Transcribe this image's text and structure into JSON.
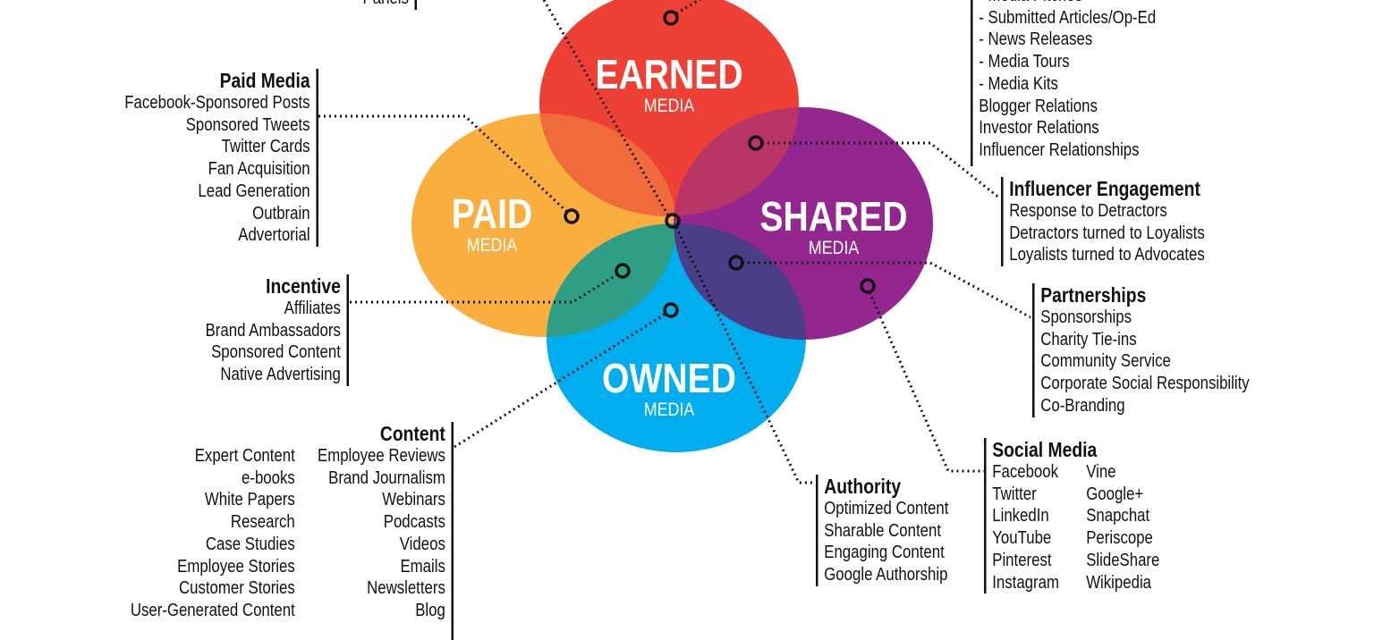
{
  "circles": {
    "earned": {
      "title": "EARNED",
      "sub": "MEDIA",
      "color": "#ee4035"
    },
    "paid": {
      "title": "PAID",
      "sub": "MEDIA",
      "color": "#f9ae3e"
    },
    "shared": {
      "title": "SHARED",
      "sub": "MEDIA",
      "color": "#93278f"
    },
    "owned": {
      "title": "OWNED",
      "sub": "MEDIA",
      "color": "#00aeef"
    }
  },
  "panels": {
    "items": [
      "Panels"
    ]
  },
  "earned_list": {
    "items": [
      "- Media Pitches",
      "- Submitted Articles/Op-Ed",
      "- News Releases",
      "- Media Tours",
      "- Media Kits",
      "Blogger Relations",
      "Investor Relations",
      "Influencer Relationships"
    ]
  },
  "paid_media": {
    "title": "Paid Media",
    "items": [
      "Facebook-Sponsored Posts",
      "Sponsored Tweets",
      "Twitter Cards",
      "Fan Acquisition",
      "Lead Generation",
      "Outbrain",
      "Advertorial"
    ]
  },
  "incentive": {
    "title": "Incentive",
    "items": [
      "Affiliates",
      "Brand Ambassadors",
      "Sponsored Content",
      "Native Advertising"
    ]
  },
  "content": {
    "title": "Content",
    "col1": [
      "Expert Content",
      "e-books",
      "White Papers",
      "Research",
      "Case Studies",
      "Employee Stories",
      "Customer Stories",
      "User-Generated Content"
    ],
    "col2": [
      "Employee Reviews",
      "Brand Journalism",
      "Webinars",
      "Podcasts",
      "Videos",
      "Emails",
      "Newsletters",
      "Blog"
    ]
  },
  "influencer": {
    "title": "Influencer Engagement",
    "items": [
      "Response to Detractors",
      "Detractors turned to Loyalists",
      "Loyalists turned to Advocates"
    ]
  },
  "partnerships": {
    "title": "Partnerships",
    "items": [
      "Sponsorships",
      "Charity Tie-ins",
      "Community Service",
      "Corporate Social Responsibility",
      "Co-Branding"
    ]
  },
  "social": {
    "title": "Social Media",
    "col1": [
      "Facebook",
      "Twitter",
      "LinkedIn",
      "YouTube",
      "Pinterest",
      "Instagram"
    ],
    "col2": [
      "Vine",
      "Google+",
      "Snapchat",
      "Periscope",
      "SlideShare",
      "Wikipedia"
    ]
  },
  "authority": {
    "title": "Authority",
    "items": [
      "Optimized Content",
      "Sharable Content",
      "Engaging Content",
      "Google Authorship"
    ]
  }
}
